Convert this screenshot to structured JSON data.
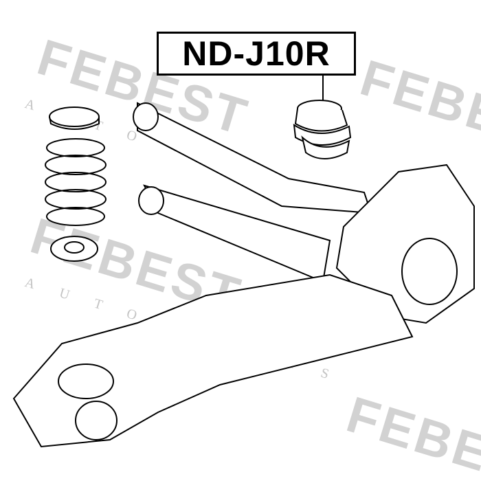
{
  "part_label": "ND-J10R",
  "watermark": {
    "brand": "FEBEST",
    "tagline": "AUTO PARTS"
  },
  "colors": {
    "line": "#000000",
    "watermark": "#c8c8c8",
    "background": "#ffffff"
  }
}
